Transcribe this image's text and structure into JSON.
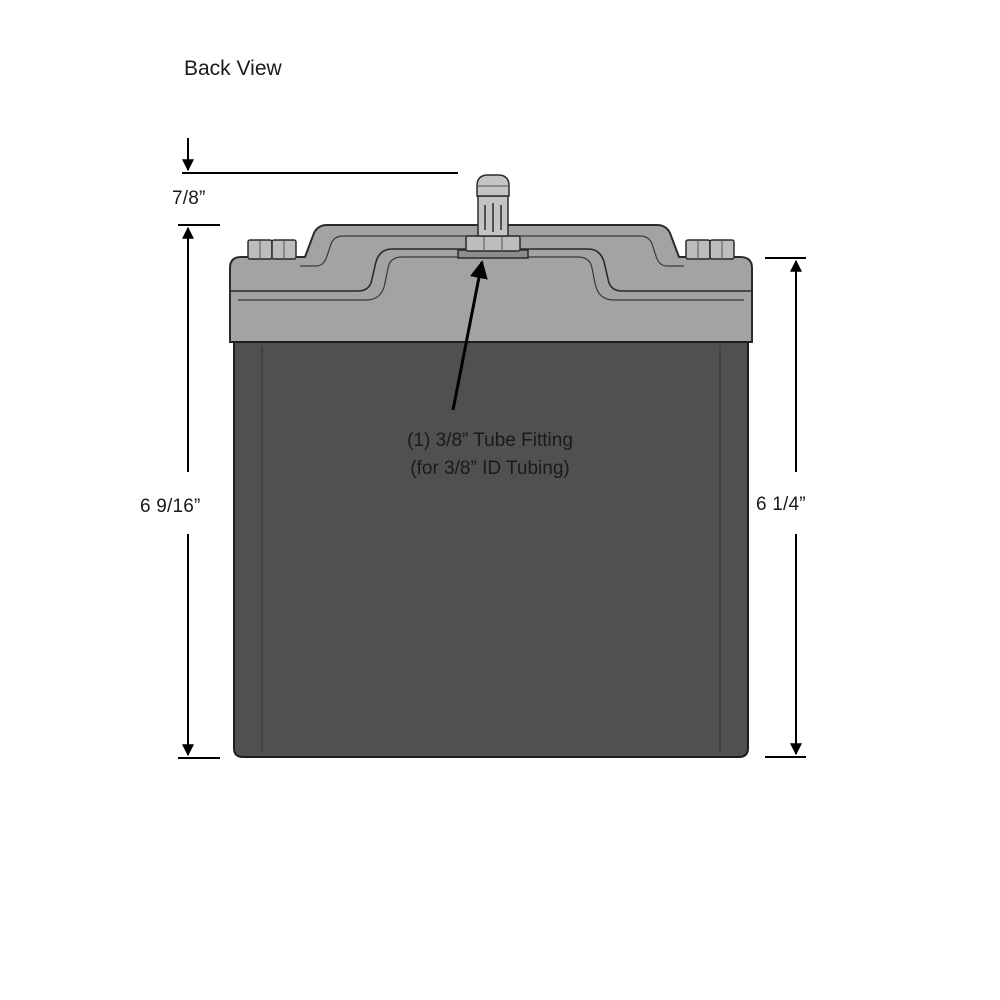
{
  "view_title": "Back View",
  "dimensions": {
    "fitting_height": "7/8”",
    "overall_height": "6  9/16”",
    "body_height": "6  1/4”"
  },
  "callout": {
    "line1": "(1)  3/8” Tube Fitting",
    "line2": "(for 3/8” ID Tubing)"
  },
  "colors": {
    "body": "#505050",
    "lid": "#a3a3a3",
    "lid_outline": "#2b2b2b",
    "hardware": "#bdbdbd",
    "lines": "#000000"
  }
}
